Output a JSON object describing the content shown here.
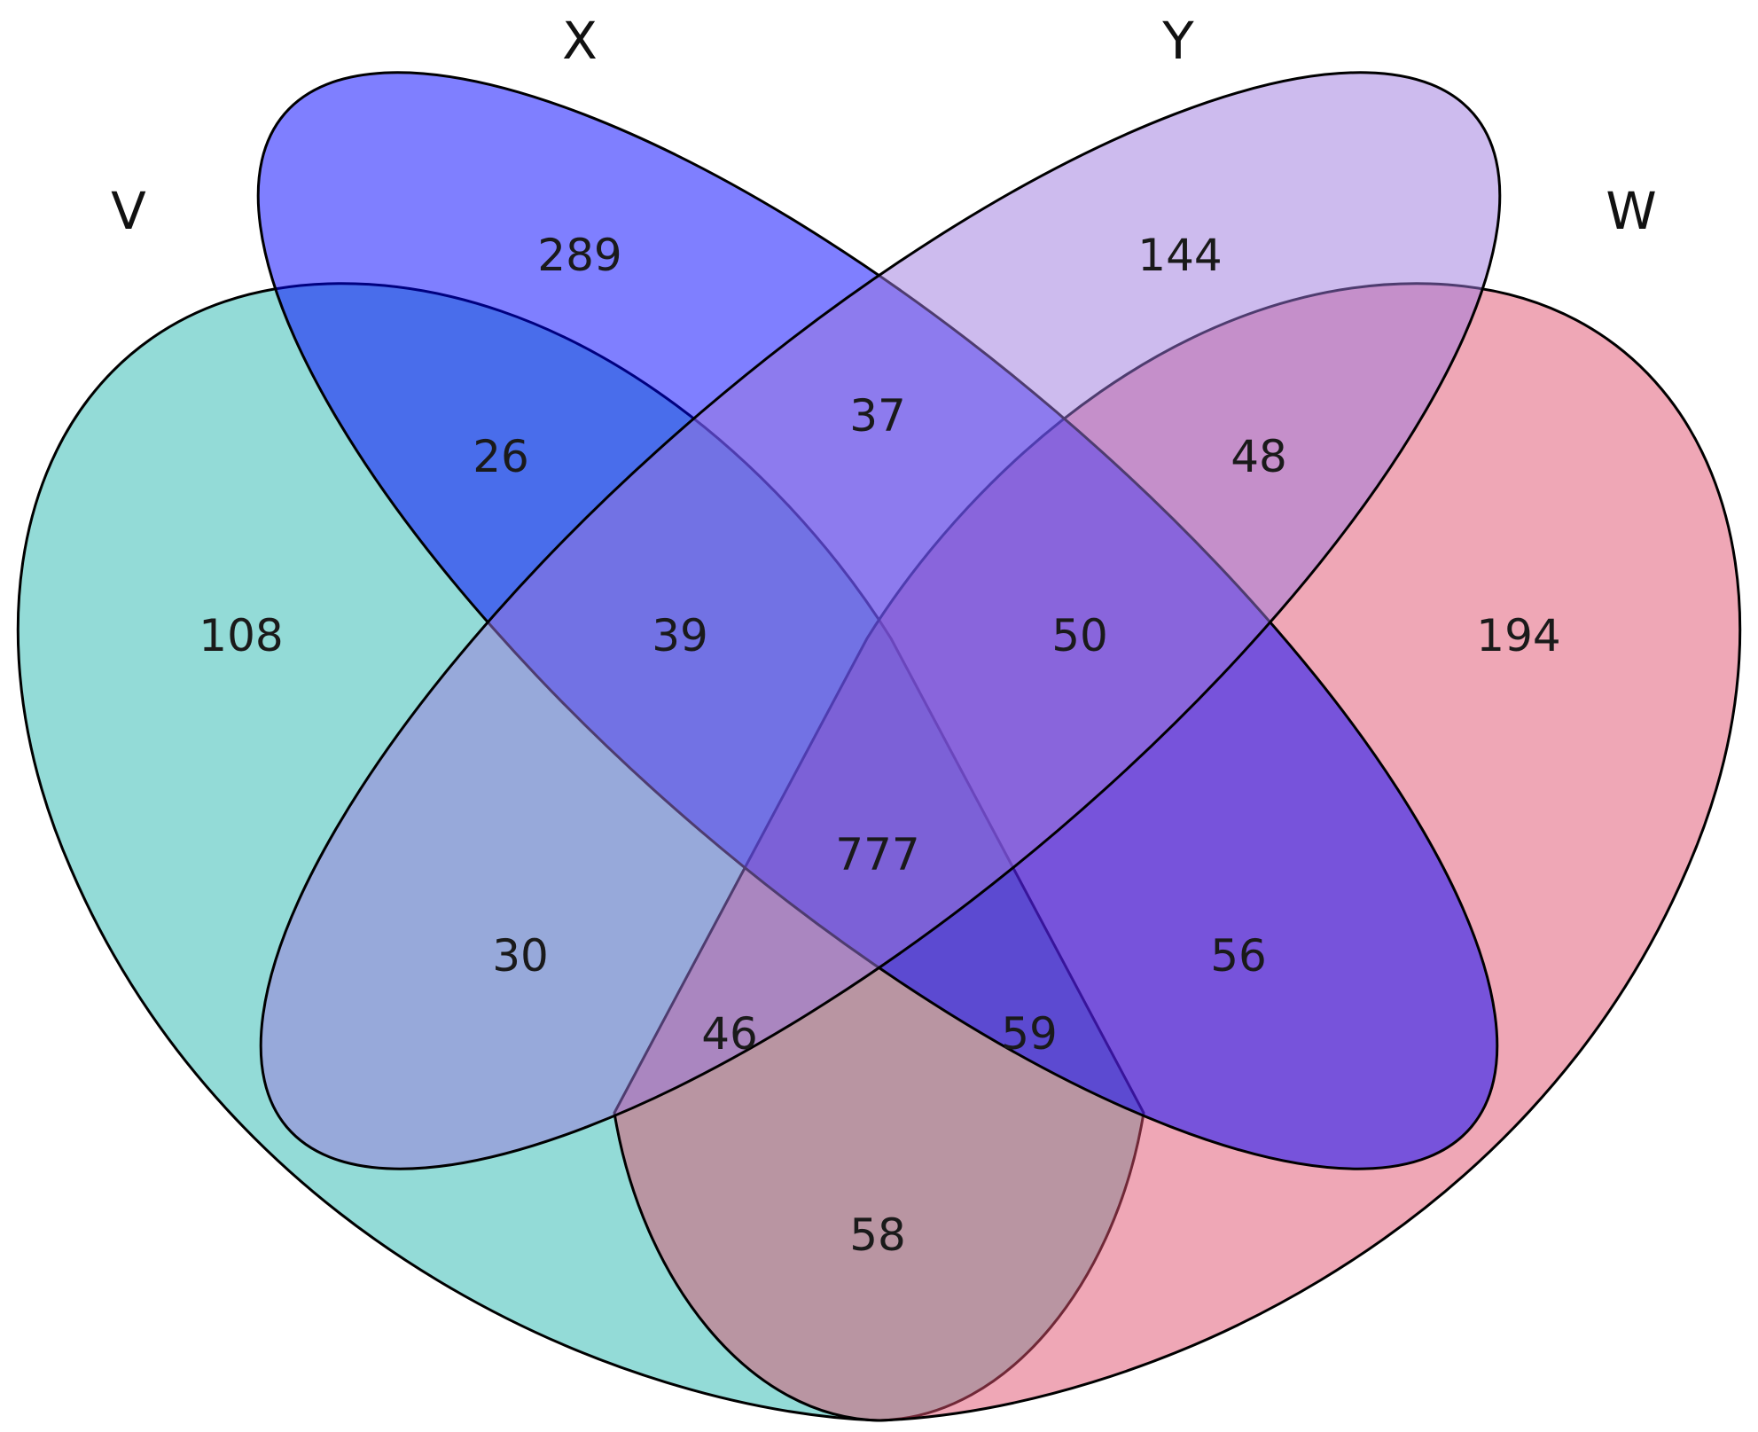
{
  "sets": [
    {
      "id": "V",
      "label": "V",
      "color": "#27b8b0"
    },
    {
      "id": "X",
      "label": "X",
      "color": "#0000ff"
    },
    {
      "id": "Y",
      "label": "Y",
      "color": "#9b77dd"
    },
    {
      "id": "W",
      "label": "W",
      "color": "#e0506e"
    }
  ],
  "regions": [
    {
      "sets": [
        "V"
      ],
      "value": "108"
    },
    {
      "sets": [
        "X"
      ],
      "value": "289"
    },
    {
      "sets": [
        "Y"
      ],
      "value": "144"
    },
    {
      "sets": [
        "W"
      ],
      "value": "194"
    },
    {
      "sets": [
        "V",
        "X"
      ],
      "value": "26"
    },
    {
      "sets": [
        "X",
        "Y"
      ],
      "value": "37"
    },
    {
      "sets": [
        "Y",
        "W"
      ],
      "value": "48"
    },
    {
      "sets": [
        "V",
        "X",
        "Y"
      ],
      "value": "39"
    },
    {
      "sets": [
        "X",
        "Y",
        "W"
      ],
      "value": "50"
    },
    {
      "sets": [
        "V",
        "Y"
      ],
      "value": "30"
    },
    {
      "sets": [
        "X",
        "W"
      ],
      "value": "56"
    },
    {
      "sets": [
        "V",
        "X",
        "Y",
        "W"
      ],
      "value": "777"
    },
    {
      "sets": [
        "V",
        "Y",
        "W"
      ],
      "value": "46"
    },
    {
      "sets": [
        "V",
        "X",
        "W"
      ],
      "value": "59"
    },
    {
      "sets": [
        "V",
        "W"
      ],
      "value": "58"
    }
  ]
}
